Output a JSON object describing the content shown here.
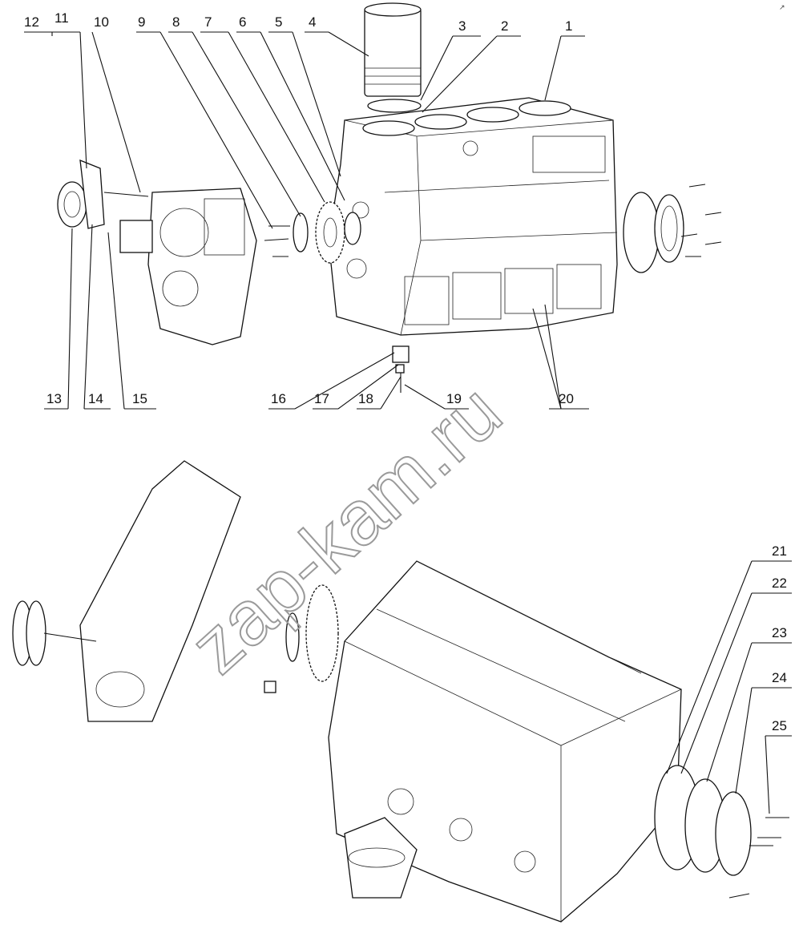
{
  "watermark": "zap-kam.ru",
  "corner_mark": "↗",
  "callouts": [
    {
      "n": "12"
    },
    {
      "n": "11"
    },
    {
      "n": "10"
    },
    {
      "n": "9"
    },
    {
      "n": "8"
    },
    {
      "n": "7"
    },
    {
      "n": "6"
    },
    {
      "n": "5"
    },
    {
      "n": "4"
    },
    {
      "n": "3"
    },
    {
      "n": "2"
    },
    {
      "n": "1"
    },
    {
      "n": "13"
    },
    {
      "n": "14"
    },
    {
      "n": "15"
    },
    {
      "n": "16"
    },
    {
      "n": "17"
    },
    {
      "n": "18"
    },
    {
      "n": "19"
    },
    {
      "n": "20"
    },
    {
      "n": "21"
    },
    {
      "n": "22"
    },
    {
      "n": "23"
    },
    {
      "n": "24"
    },
    {
      "n": "25"
    }
  ]
}
